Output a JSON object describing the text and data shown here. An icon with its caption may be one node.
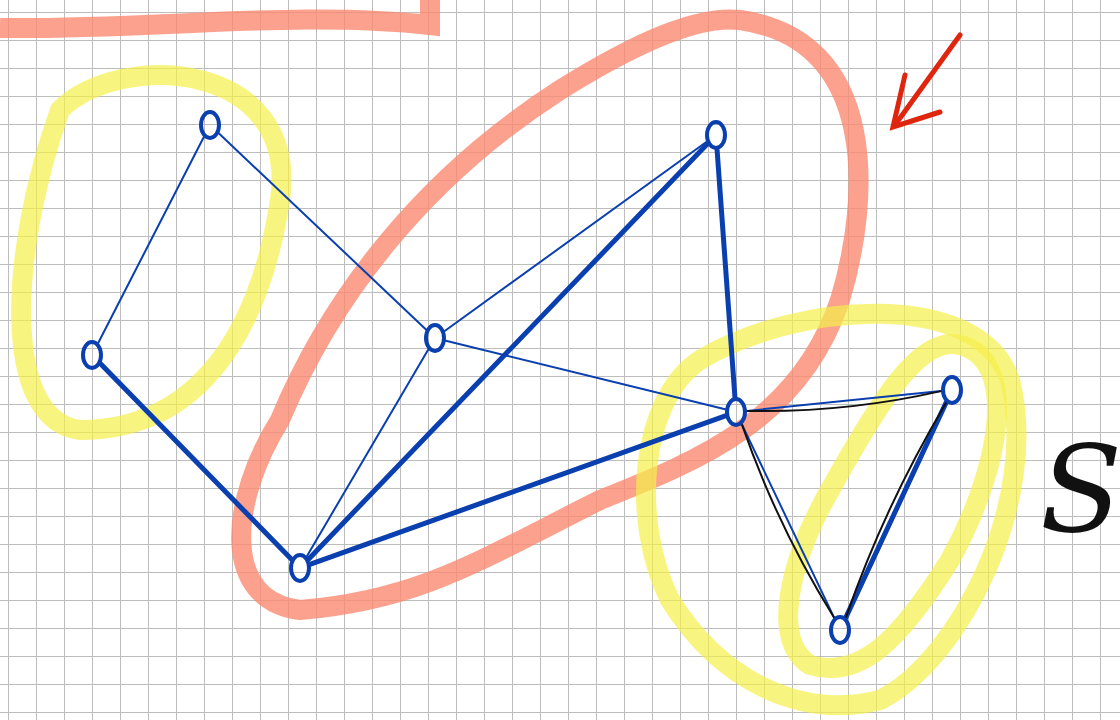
{
  "diagram": {
    "nodes": [
      {
        "text": [],
        "shape": "circle"
      },
      {
        "text": [],
        "shape": "circle"
      },
      {
        "text": [],
        "shape": "circle"
      },
      {
        "text": [],
        "shape": "circle"
      },
      {
        "text": [],
        "shape": "circle"
      },
      {
        "text": [],
        "shape": "circle"
      },
      {
        "text": [],
        "shape": "circle"
      },
      {
        "text": [],
        "shape": "circle"
      }
    ],
    "edges": [
      {
        "from": 0,
        "to": 1,
        "arrow": "none"
      },
      {
        "from": 0,
        "to": 2,
        "arrow": "none"
      },
      {
        "from": 1,
        "to": 3,
        "arrow": "none",
        "style": "thick"
      },
      {
        "from": 2,
        "to": 3,
        "arrow": "none"
      },
      {
        "from": 2,
        "to": 4,
        "arrow": "none"
      },
      {
        "from": 3,
        "to": 4,
        "arrow": "none",
        "style": "thick"
      },
      {
        "from": 2,
        "to": 5,
        "arrow": "none"
      },
      {
        "from": 3,
        "to": 5,
        "arrow": "none",
        "style": "thick"
      },
      {
        "from": 4,
        "to": 5,
        "arrow": "none",
        "style": "thick"
      },
      {
        "from": 5,
        "to": 6,
        "arrow": "none"
      },
      {
        "from": 5,
        "to": 6,
        "arrow": "none",
        "color": "#111111"
      },
      {
        "from": 5,
        "to": 7,
        "arrow": "none"
      },
      {
        "from": 5,
        "to": 7,
        "arrow": "none",
        "color": "#111111"
      },
      {
        "from": 6,
        "to": 7,
        "arrow": "none",
        "style": "thick"
      },
      {
        "from": 6,
        "to": 7,
        "arrow": "none",
        "color": "#111111"
      }
    ],
    "labels": [
      "S"
    ]
  }
}
